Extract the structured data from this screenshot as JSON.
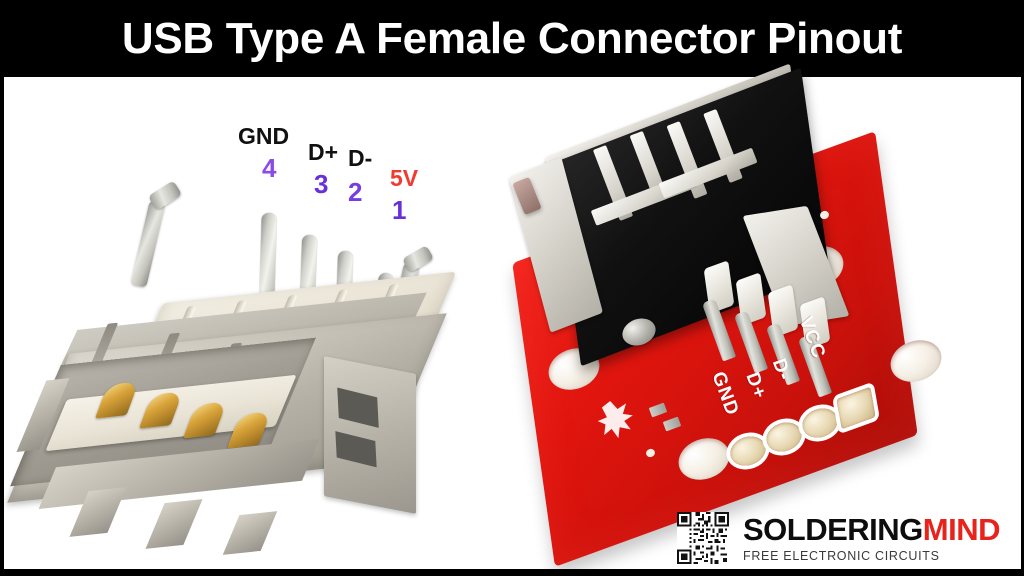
{
  "header": {
    "title": "USB Type A Female Connector Pinout",
    "background_color": "#000000",
    "text_color": "#ffffff"
  },
  "colors": {
    "pcb_red": "#e0150e",
    "pin_number_purple": "#6a2fd8",
    "label_5v_red": "#ef3b32",
    "label_name_black": "#111111",
    "logo_red": "#e8231c",
    "gold_contact": "#d9a53b"
  },
  "connector_diagram": {
    "caption": "USB Type A female through-hole connector, side view with numbered pin callouts",
    "pins": [
      {
        "number": "4",
        "name": "GND",
        "name_color": "#111111",
        "number_color": "#8b4ae8"
      },
      {
        "number": "3",
        "name": "D+",
        "name_color": "#111111",
        "number_color": "#6a2fd8"
      },
      {
        "number": "2",
        "name": "D-",
        "name_color": "#111111",
        "number_color": "#7a3ce0"
      },
      {
        "number": "1",
        "name": "5V",
        "name_color": "#ef3b32",
        "number_color": "#6a2fd8"
      }
    ],
    "contact_count": 4
  },
  "breakout_board": {
    "caption": "Red USB Type A female breakout board with labeled header pads",
    "silkscreen_labels": [
      "VCC",
      "D-",
      "D+",
      "GND"
    ],
    "mounting_holes": 4,
    "header_pads": 4
  },
  "logo": {
    "brand_part1": "SOLDERING",
    "brand_part2": "MIND",
    "tagline": "FREE ELECTRONIC CIRCUITS",
    "qr_code": "qr-code-icon"
  }
}
